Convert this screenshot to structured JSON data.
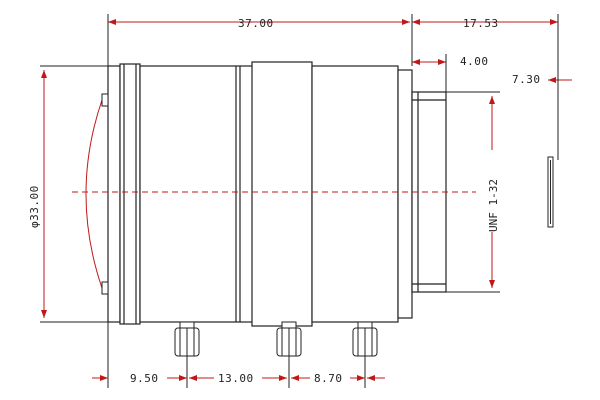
{
  "drawing": {
    "top_dims": {
      "overall_length": "37.00",
      "back_focal_length": "17.53",
      "mount_length": "4.00",
      "flange_offset": "7.30"
    },
    "diameter": "φ33.00",
    "thread": "UNF 1-32",
    "bottom_dims": {
      "screw_1": "9.50",
      "screw_spacing_a": "13.00",
      "screw_spacing_b": "8.70"
    },
    "colors": {
      "outline": "#222222",
      "dimension_red": "#c01818",
      "centerline_red": "#c01818"
    }
  }
}
